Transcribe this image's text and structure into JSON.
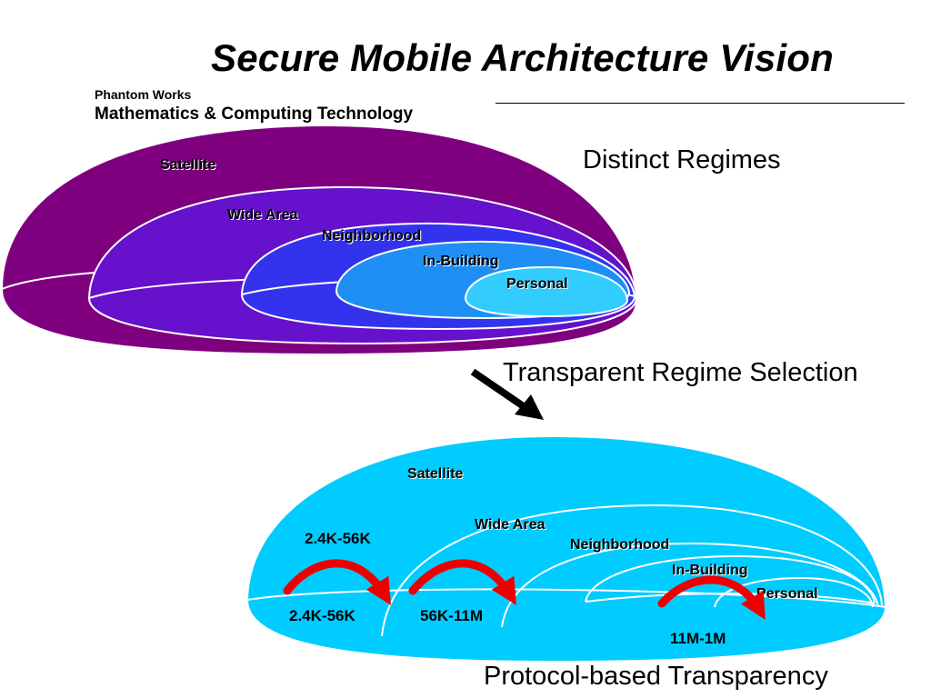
{
  "header": {
    "title": "Secure Mobile Architecture Vision",
    "org_line1": "Phantom Works",
    "org_line2": "Mathematics & Computing Technology"
  },
  "captions": {
    "distinct": "Distinct Regimes",
    "transparent": "Transparent Regime Selection",
    "protocol": "Protocol-based Transparency"
  },
  "top_diagram": {
    "regimes": [
      "Satellite",
      "Wide Area",
      "Neighborhood",
      "In-Building",
      "Personal"
    ],
    "colors": {
      "satellite": "#7f007f",
      "wide_area": "#6611cc",
      "neighborhood": "#3333ee",
      "in_building": "#1f8ff5",
      "personal": "#33ccff",
      "outline": "#ffffff"
    }
  },
  "bottom_diagram": {
    "regimes": [
      "Satellite",
      "Wide Area",
      "Neighborhood",
      "In-Building",
      "Personal"
    ],
    "rates": {
      "upper_left": "2.4K-56K",
      "lower_left": "2.4K-56K",
      "middle": "56K-11M",
      "right": "11M-1M"
    },
    "colors": {
      "fill": "#00ccff",
      "outline": "#ffffff",
      "arrow": "#ee0000"
    }
  },
  "connector_arrow_color": "#000000"
}
